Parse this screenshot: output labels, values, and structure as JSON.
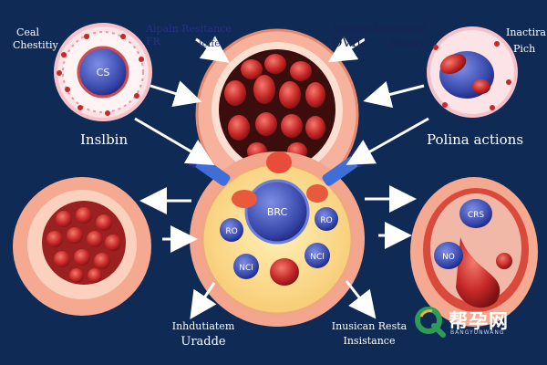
{
  "labels": {
    "top_left_line1": "Ceal",
    "top_left_line2": "Chestitiy",
    "top_center_left_line1": "Aipaln Resitance",
    "top_center_left_line2": "FR",
    "top_center_left_line3": "lcife",
    "top_center_right_line1": "Dramto Dlecitncal",
    "top_center_right_line2": "OVIU",
    "top_center_right_line3": "Pavary",
    "top_right_line1": "Inactira",
    "top_right_line2": "Pich",
    "left_mid": "Inslbin",
    "right_mid": "Polina actions",
    "bottom_center_left_line1": "Inhdutiatem",
    "bottom_center_left_line2": "Uradde",
    "bottom_center_right_line1": "Inusican Resta",
    "bottom_center_right_line2": "Insistance"
  },
  "cells": {
    "top_left_nucleus": "CS",
    "center_nucleus": "BRC",
    "center_small_1": "RO",
    "center_small_2": "RO",
    "center_small_3": "NCl",
    "center_small_4": "NCl",
    "right_small_1": "CRS",
    "right_small_2": "NO"
  },
  "watermark": {
    "text": "帮孕网",
    "subtext": "BANGYUNWANG"
  },
  "colors": {
    "background": "#0f2a55",
    "cell_pink": "#f4b3a0",
    "cell_red": "#c62828",
    "nucleus_blue": "#3f51b5",
    "arrow_white": "#ffffff"
  }
}
